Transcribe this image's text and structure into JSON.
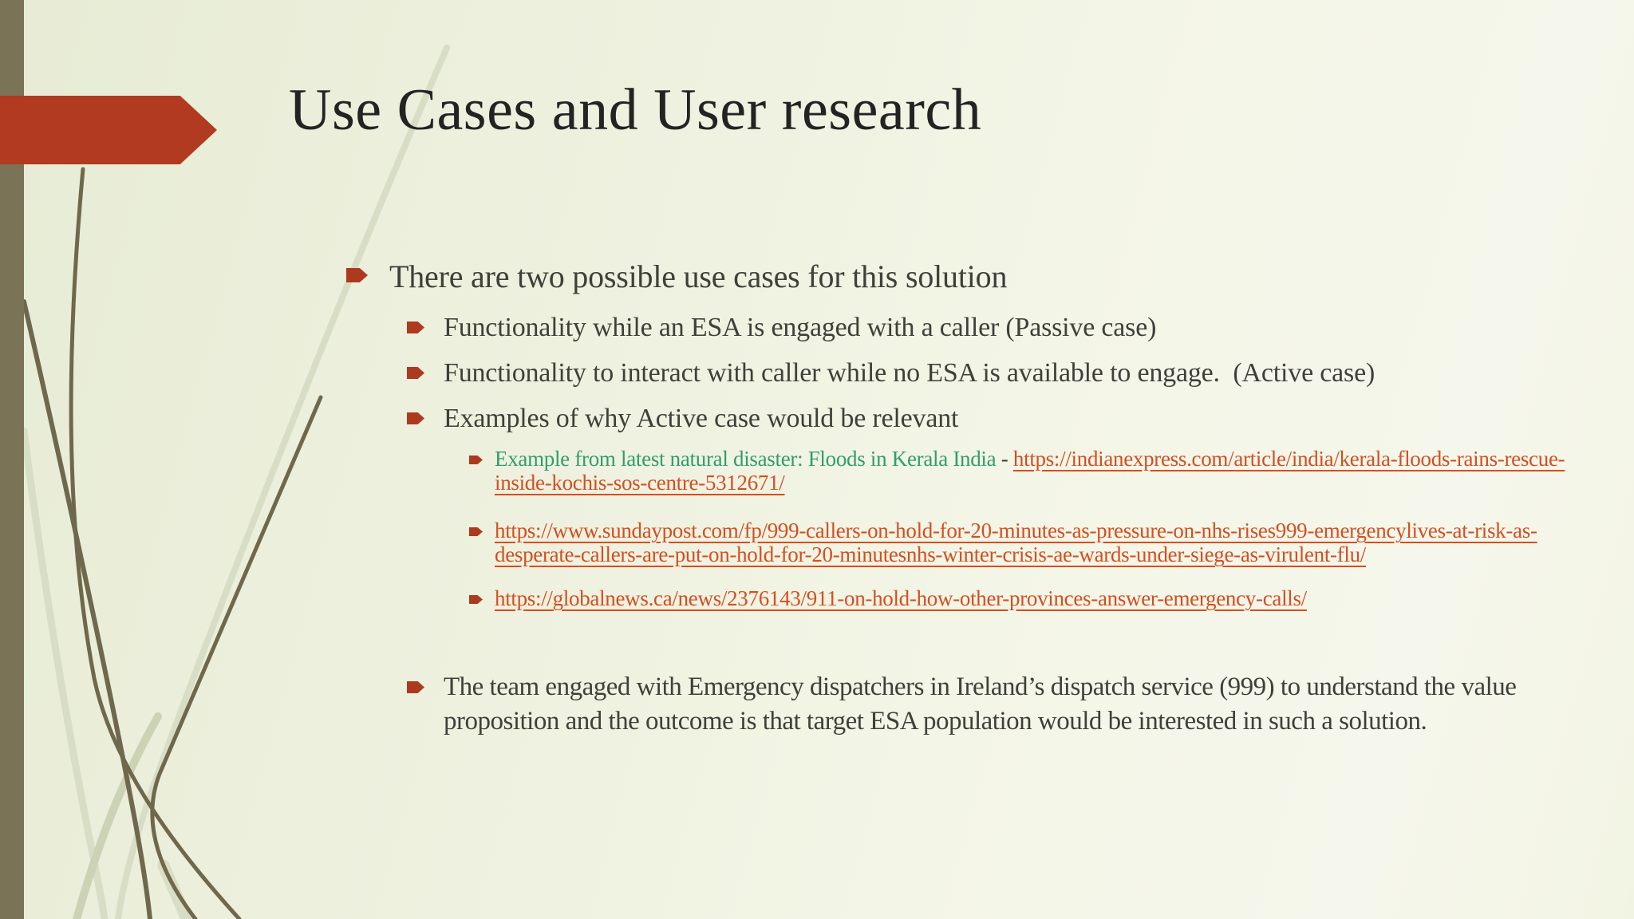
{
  "slide": {
    "title": "Use Cases and User research",
    "bullets": {
      "level1": "There are two possible use cases for this solution",
      "level2": [
        "Functionality while an ESA is engaged with a caller (Passive case)",
        "Functionality to interact with caller while no ESA is available to engage.  (Active case)",
        "Examples of why Active case would be relevant"
      ],
      "examples": [
        {
          "label": "Example from latest natural disaster: Floods in Kerala India",
          "separator": " - ",
          "link": "https://indianexpress.com/article/india/kerala-floods-rains-rescue-inside-kochis-sos-centre-5312671/"
        },
        {
          "link": "https://www.sundaypost.com/fp/999-callers-on-hold-for-20-minutes-as-pressure-on-nhs-rises999-emergencylives-at-risk-as-desperate-callers-are-put-on-hold-for-20-minutesnhs-winter-crisis-ae-wards-under-siege-as-virulent-flu/"
        },
        {
          "link": "https://globalnews.ca/news/2376143/911-on-hold-how-other-provinces-answer-emergency-calls/"
        }
      ],
      "closing": "The team engaged with Emergency dispatchers in Ireland’s dispatch service (999) to understand the value proposition and the outcome is that target ESA population would be interested in such a solution."
    },
    "colors": {
      "accent_red": "#b13a20",
      "marker_red": "#ad3a1e",
      "sidebar_olive": "#7a7355",
      "background_cream": "#eef1de",
      "body_text": "#3f403a",
      "green_text": "#2f9e6b",
      "link_orange": "#d54e20",
      "title_text": "#232323"
    }
  }
}
